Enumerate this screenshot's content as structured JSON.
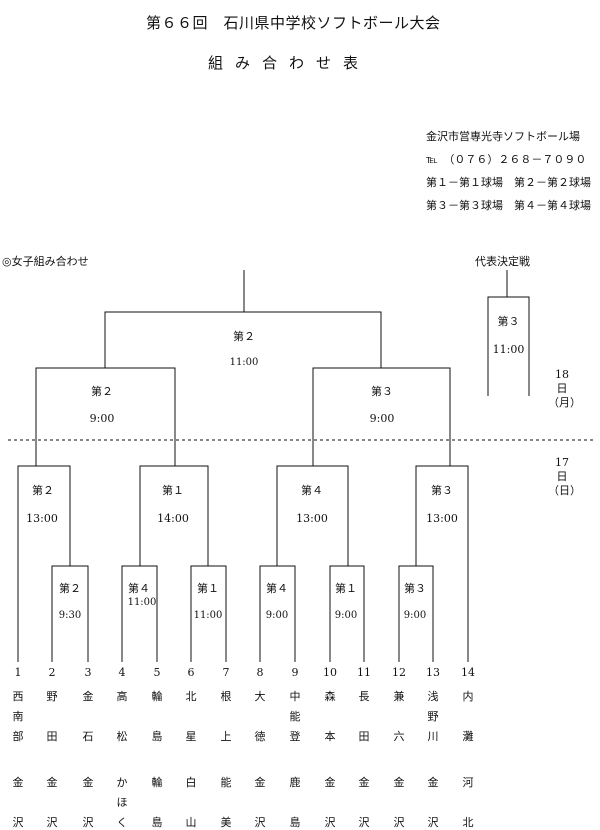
{
  "header": {
    "title": "第６６回　石川県中学校ソフトボール大会",
    "subtitle": "組み合わせ表"
  },
  "venue": {
    "line1": "金沢市営専光寺ソフトボール場",
    "line2": "℡　（０７６）２６８－７０９０",
    "line3": "第１－第１球場　第２－第２球場",
    "line4": "第３－第３球場　第４－第４球場"
  },
  "section_label": "◎女子組み合わせ",
  "rep_label": "代表決定戦",
  "dates": {
    "d18": [
      "18",
      "日",
      "（月）"
    ],
    "d17": [
      "17",
      "日",
      "（日）"
    ]
  },
  "matches": {
    "final": {
      "field": "第２",
      "time": "11:00"
    },
    "semi_left": {
      "field": "第２",
      "time": "9:00"
    },
    "semi_right": {
      "field": "第３",
      "time": "9:00"
    },
    "rep": {
      "field": "第３",
      "time": "11:00"
    },
    "q1": {
      "field": "第２",
      "time": "13:00"
    },
    "q2": {
      "field": "第１",
      "time": "14:00"
    },
    "q3": {
      "field": "第４",
      "time": "13:00"
    },
    "q4": {
      "field": "第３",
      "time": "13:00"
    },
    "r1": {
      "field": "第２",
      "time": "9:30"
    },
    "r2": {
      "field": "第４",
      "time": "11:00"
    },
    "r3": {
      "field": "第１",
      "time": "11:00"
    },
    "r4": {
      "field": "第４",
      "time": "9:00"
    },
    "r5": {
      "field": "第１",
      "time": "9:00"
    },
    "r6": {
      "field": "第３",
      "time": "9:00"
    }
  },
  "teams": [
    {
      "num": "1",
      "school": [
        "西",
        "南",
        "部"
      ],
      "city": [
        "金",
        "",
        "沢"
      ]
    },
    {
      "num": "2",
      "school": [
        "野",
        "",
        "田"
      ],
      "city": [
        "金",
        "",
        "沢"
      ]
    },
    {
      "num": "3",
      "school": [
        "金",
        "",
        "石"
      ],
      "city": [
        "金",
        "",
        "沢"
      ]
    },
    {
      "num": "4",
      "school": [
        "高",
        "",
        "松"
      ],
      "city": [
        "か",
        "ほ",
        "く"
      ]
    },
    {
      "num": "5",
      "school": [
        "輪",
        "",
        "島"
      ],
      "city": [
        "輪",
        "",
        "島"
      ]
    },
    {
      "num": "6",
      "school": [
        "北",
        "",
        "星"
      ],
      "city": [
        "白",
        "",
        "山"
      ]
    },
    {
      "num": "7",
      "school": [
        "根",
        "",
        "上"
      ],
      "city": [
        "能",
        "",
        "美"
      ]
    },
    {
      "num": "8",
      "school": [
        "大",
        "",
        "徳"
      ],
      "city": [
        "金",
        "",
        "沢"
      ]
    },
    {
      "num": "9",
      "school": [
        "中",
        "能",
        "登"
      ],
      "city": [
        "鹿",
        "",
        "島"
      ]
    },
    {
      "num": "10",
      "school": [
        "森",
        "",
        "本"
      ],
      "city": [
        "金",
        "",
        "沢"
      ]
    },
    {
      "num": "11",
      "school": [
        "長",
        "",
        "田"
      ],
      "city": [
        "金",
        "",
        "沢"
      ]
    },
    {
      "num": "12",
      "school": [
        "兼",
        "",
        "六"
      ],
      "city": [
        "金",
        "",
        "沢"
      ]
    },
    {
      "num": "13",
      "school": [
        "浅",
        "野",
        "川"
      ],
      "city": [
        "金",
        "",
        "沢"
      ]
    },
    {
      "num": "14",
      "school": [
        "内",
        "",
        "灘"
      ],
      "city": [
        "河",
        "",
        "北"
      ]
    }
  ]
}
